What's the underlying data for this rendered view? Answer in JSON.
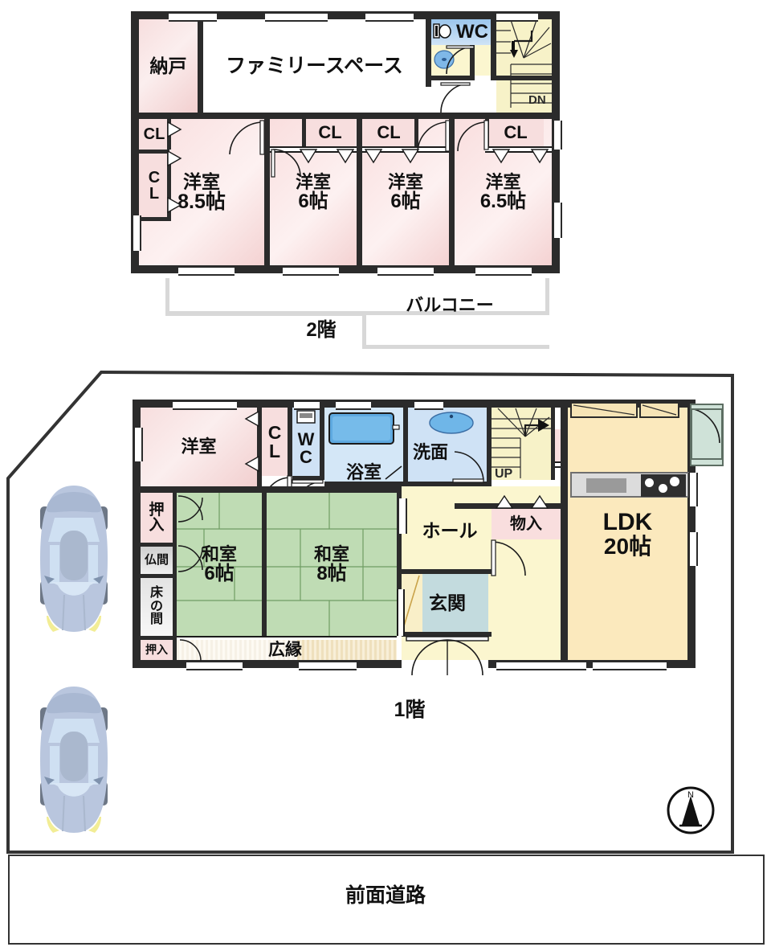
{
  "document": {
    "type": "real-estate-floor-plan",
    "floors": [
      "2階",
      "1階"
    ]
  },
  "floor2": {
    "label": "2階",
    "balcony_label": "バルコニー",
    "rooms": [
      {
        "name": "納戸",
        "area": ""
      },
      {
        "name": "ファミリースペース",
        "area": ""
      },
      {
        "name": "WC",
        "area": ""
      },
      {
        "name": "洋室",
        "area": "8.5帖"
      },
      {
        "name": "洋室",
        "area": "6帖"
      },
      {
        "name": "洋室",
        "area": "6帖"
      },
      {
        "name": "洋室",
        "area": "6.5帖"
      }
    ],
    "closets": [
      "CL",
      "CL",
      "CL",
      "CL",
      "CL"
    ],
    "stair_label": "DN"
  },
  "floor1": {
    "label": "1階",
    "rooms": [
      {
        "name": "洋室",
        "area": ""
      },
      {
        "name": "浴室",
        "area": ""
      },
      {
        "name": "洗面",
        "area": ""
      },
      {
        "name": "WC",
        "area": ""
      },
      {
        "name": "和室",
        "area": "6帖"
      },
      {
        "name": "和室",
        "area": "8帖"
      },
      {
        "name": "ホール",
        "area": ""
      },
      {
        "name": "玄関",
        "area": ""
      },
      {
        "name": "LDK",
        "area": "20帖"
      },
      {
        "name": "広縁",
        "area": ""
      }
    ],
    "closets": [
      "CL"
    ],
    "storages": [
      "押入",
      "押入",
      "物入",
      "物入"
    ],
    "alcoves": [
      "仏間",
      "床の間"
    ],
    "stair_label": "UP"
  },
  "site": {
    "road_label": "前面道路",
    "compass_label": "N",
    "parking_spaces": 2
  },
  "colors": {
    "wall": "#2b2b2b",
    "room_pink": "#f7dede",
    "tatami_green": "#bfdcb4",
    "ldk_cream": "#fbe9bd",
    "hall_cream": "#fbf6cf",
    "water_blue": "#cfe2f5",
    "genkan_teal": "#c3dbde",
    "car_blue": "#b9c6de",
    "stair_yellow": "#f7f2c8",
    "wood_tan": "#efe0bd"
  }
}
